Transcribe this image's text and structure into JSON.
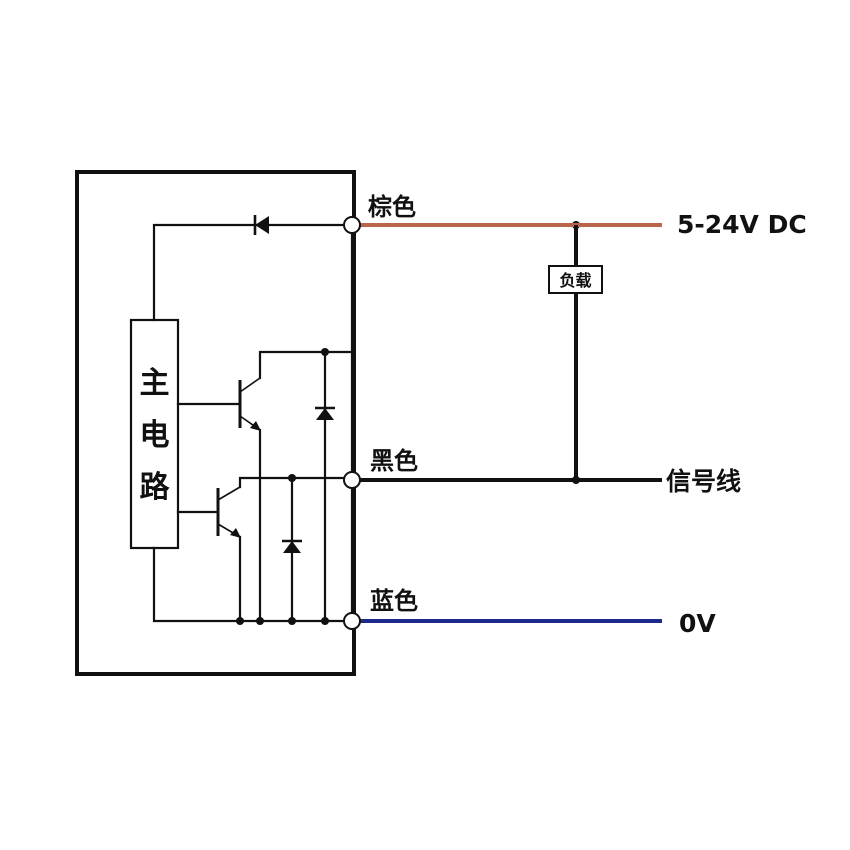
{
  "labels": {
    "brown_wire": "棕色",
    "black_wire": "黑色",
    "blue_wire": "蓝色",
    "supply": "5-24V DC",
    "signal": "信号线",
    "ground": "0V",
    "load": "负载",
    "main_circuit": [
      "主",
      "电",
      "路"
    ]
  },
  "colors": {
    "brown": "#b8654a",
    "black": "#111111",
    "blue": "#1c2a8c"
  }
}
